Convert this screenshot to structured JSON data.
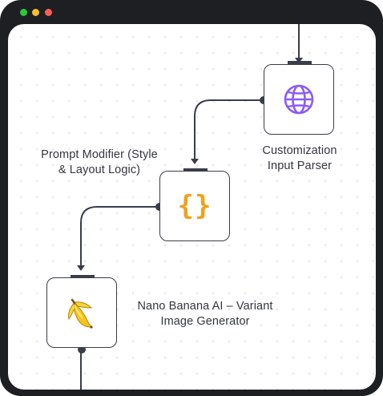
{
  "window": {
    "controls": [
      "close",
      "minimize",
      "maximize"
    ]
  },
  "nodes": {
    "parser": {
      "label_line1": "Customization",
      "label_line2": "Input Parser",
      "icon": "globe-icon",
      "icon_color": "#8b5cf6"
    },
    "modifier": {
      "label_line1": "Prompt Modifier (Style",
      "label_line2": "& Layout Logic)",
      "icon": "curly-braces-icon",
      "icon_text": "{}",
      "icon_color": "#f2a019"
    },
    "generator": {
      "label_line1": "Nano Banana AI – Variant",
      "label_line2": "Image Generator",
      "icon": "banana-icon"
    }
  },
  "colors": {
    "edge": "#3a3d4a",
    "frame": "#1e1f22"
  }
}
